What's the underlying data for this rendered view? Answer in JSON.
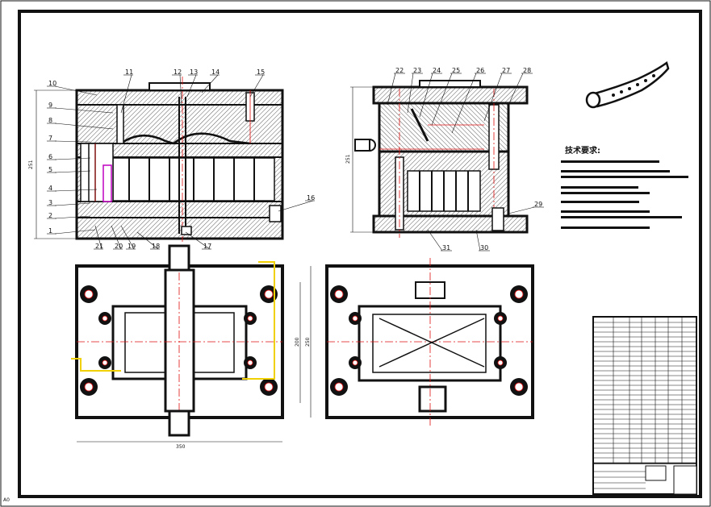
{
  "sheet": {
    "size_code": "A0"
  },
  "section_view_left": {
    "part_numbers": [
      "1",
      "2",
      "3",
      "4",
      "5",
      "6",
      "7",
      "8",
      "9",
      "10",
      "11",
      "12",
      "13",
      "14",
      "15",
      "16",
      "17",
      "18",
      "19",
      "20",
      "21"
    ],
    "height_dim": "251"
  },
  "section_view_right": {
    "part_numbers": [
      "22",
      "23",
      "24",
      "25",
      "26",
      "27",
      "28",
      "29",
      "30",
      "31"
    ],
    "height_dim": "251"
  },
  "plan_view_left": {
    "width_dim": "350",
    "height_dim_inner": "200",
    "height_dim_outer": "250"
  },
  "tech_requirements": {
    "title": "技术要求:"
  },
  "title_block": {
    "cell_a": "",
    "cell_b": ""
  },
  "colors": {
    "line": "#111111",
    "center": "#e01010",
    "magenta": "#e000e0",
    "yellow": "#f0d000"
  }
}
